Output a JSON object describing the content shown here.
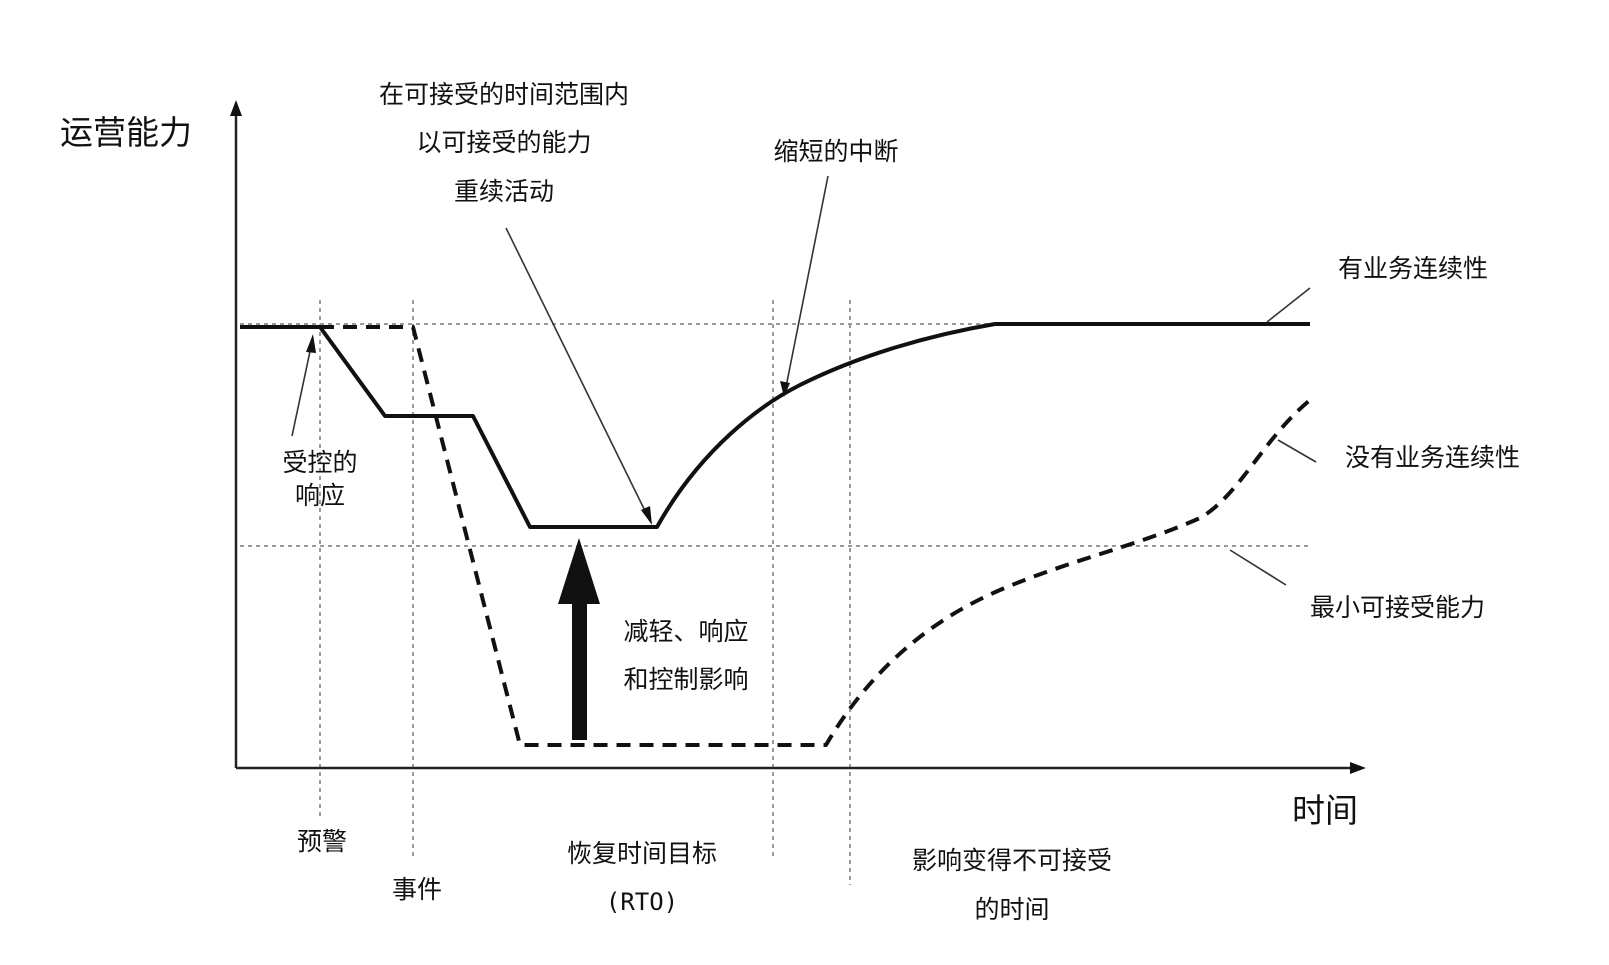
{
  "diagram": {
    "y_axis_label": "运营能力",
    "x_axis_label": "时间",
    "annotations": {
      "resume_line1": "在可接受的时间范围内",
      "resume_line2": "以可接受的能力",
      "resume_line3": "重续活动",
      "shortened": "缩短的中断",
      "with_bc": "有业务连续性",
      "without_bc": "没有业务连续性",
      "min_capacity": "最小可接受能力",
      "controlled_line1": "受控的",
      "controlled_line2": "响应",
      "mitigate_line1": "减轻、响应",
      "mitigate_line2": "和控制影响"
    },
    "timeline": {
      "warning": "预警",
      "incident": "事件",
      "rto_line1": "恢复时间目标",
      "rto_line2": "(RTO)",
      "unacceptable_line1": "影响变得不可接受",
      "unacceptable_line2": "的时间"
    }
  },
  "colors": {
    "line": "#111111",
    "grid": "#9a9a9a",
    "background": "#ffffff"
  }
}
